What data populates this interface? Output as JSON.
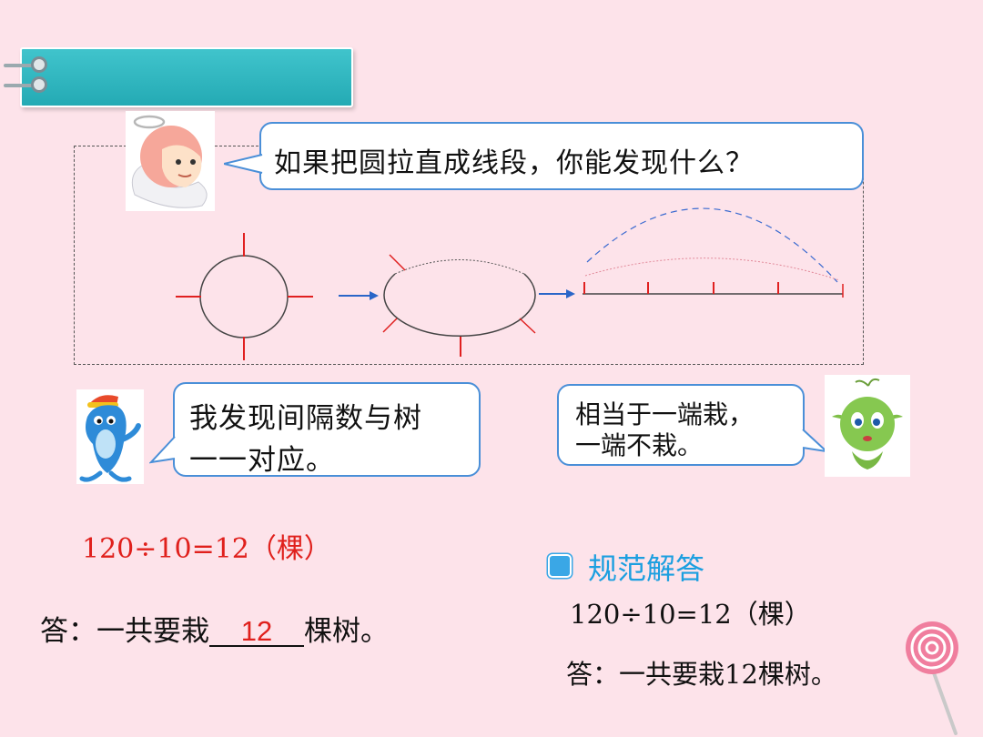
{
  "bubbles": {
    "top": "如果把圆拉直成线段，你能发现什么？",
    "left_line1": "我发现间隔数与树",
    "left_line2": "一一对应。",
    "right_line1": "相当于一端栽，",
    "right_line2": "一端不栽。"
  },
  "work": {
    "equation": "120÷10=12（棵）",
    "answer_prefix": "答：一共要栽",
    "answer_blank": "12",
    "answer_suffix": "棵树。"
  },
  "standard": {
    "label": "规范解答",
    "equation": "120÷10=12（棵）",
    "answer": "答：一共要栽12棵树。"
  },
  "colors": {
    "background": "#fde3ea",
    "header_tab": "#2fb6bf",
    "bubble_border": "#4a8fd8",
    "red": "#e0201c",
    "blue_label": "#1c9fe0"
  },
  "icons": [
    "angel-character-icon",
    "dolphin-character-icon",
    "green-sprite-character-icon",
    "lollipop-icon",
    "binder-ring-icon"
  ]
}
